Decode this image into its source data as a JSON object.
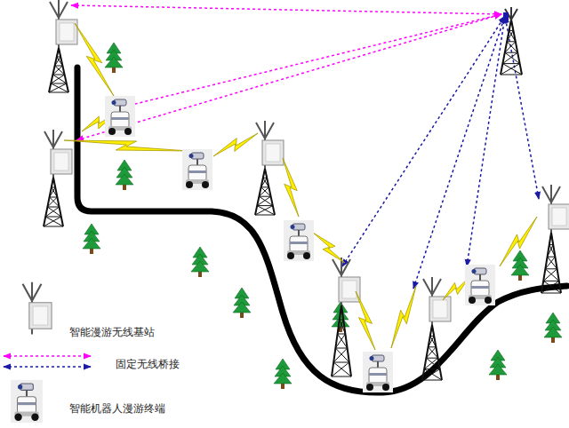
{
  "diagram": {
    "legend": [
      {
        "text": "智能漫游无线基站"
      },
      {
        "text": "固定无线桥接"
      },
      {
        "text": "智能机器人漫游终端"
      }
    ]
  }
}
